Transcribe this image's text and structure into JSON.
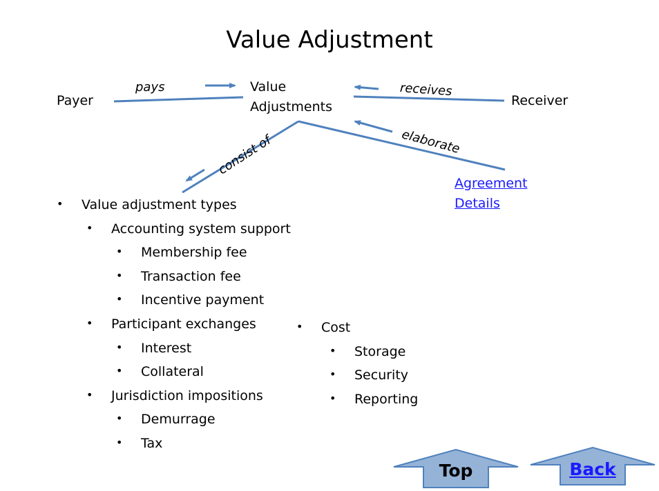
{
  "title": "Value Adjustment",
  "nodes": {
    "payer": "Payer",
    "value_adjustments_line1": "Value",
    "value_adjustments_line2": "Adjustments",
    "receiver": "Receiver",
    "agreement_line1": "Agreement",
    "agreement_line2": "Details"
  },
  "relations": {
    "pays": "pays",
    "receives": "receives",
    "elaborate": "elaborate",
    "consist_of": "consist of"
  },
  "list_left": [
    {
      "label": "Value adjustment types",
      "level": 0
    },
    {
      "label": "Accounting system support",
      "level": 1
    },
    {
      "label": "Membership fee",
      "level": 2
    },
    {
      "label": "Transaction fee",
      "level": 2
    },
    {
      "label": "Incentive payment",
      "level": 2
    },
    {
      "label": "Participant exchanges",
      "level": 1
    },
    {
      "label": "Interest",
      "level": 2
    },
    {
      "label": "Collateral",
      "level": 2
    },
    {
      "label": "Jurisdiction impositions",
      "level": 1
    },
    {
      "label": "Demurrage",
      "level": 2
    },
    {
      "label": "Tax",
      "level": 2
    }
  ],
  "list_right": [
    {
      "label": "Cost",
      "level": 0
    },
    {
      "label": "Storage",
      "level": 1
    },
    {
      "label": "Security",
      "level": 1
    },
    {
      "label": "Reporting",
      "level": 1
    }
  ],
  "nav": {
    "top_label": "Top",
    "back_label": "Back"
  },
  "colors": {
    "connector": "#4f81bd",
    "button_fill": "#95b3d7",
    "button_stroke": "#4f81bd",
    "link": "#1a1aff"
  }
}
